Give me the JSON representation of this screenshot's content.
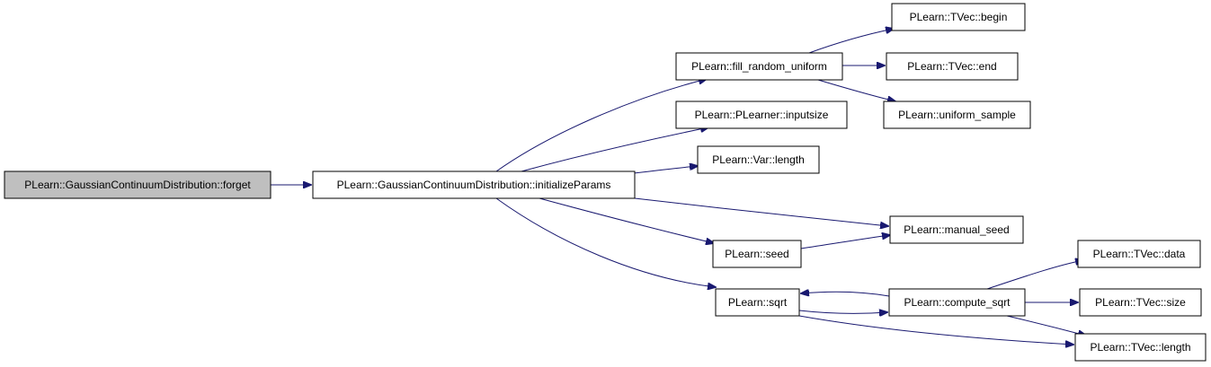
{
  "colors": {
    "node_fill": "#ffffff",
    "root_fill": "#bfbfbf",
    "node_border": "#000000",
    "edge": "#191970"
  },
  "nodes": [
    {
      "id": "forget",
      "label": "PLearn::GaussianContinuumDistribution::forget",
      "root": true
    },
    {
      "id": "initializeParams",
      "label": "PLearn::GaussianContinuumDistribution::initializeParams"
    },
    {
      "id": "fill_random_uniform",
      "label": "PLearn::fill_random_uniform"
    },
    {
      "id": "inputsize",
      "label": "PLearn::PLearner::inputsize"
    },
    {
      "id": "var_length",
      "label": "PLearn::Var::length"
    },
    {
      "id": "seed",
      "label": "PLearn::seed"
    },
    {
      "id": "sqrt",
      "label": "PLearn::sqrt"
    },
    {
      "id": "tvec_begin",
      "label": "PLearn::TVec::begin"
    },
    {
      "id": "tvec_end",
      "label": "PLearn::TVec::end"
    },
    {
      "id": "uniform_sample",
      "label": "PLearn::uniform_sample"
    },
    {
      "id": "manual_seed",
      "label": "PLearn::manual_seed"
    },
    {
      "id": "compute_sqrt",
      "label": "PLearn::compute_sqrt"
    },
    {
      "id": "tvec_data",
      "label": "PLearn::TVec::data"
    },
    {
      "id": "tvec_size",
      "label": "PLearn::TVec::size"
    },
    {
      "id": "tvec_length",
      "label": "PLearn::TVec::length"
    }
  ],
  "edges": [
    {
      "from": "forget",
      "to": "initializeParams"
    },
    {
      "from": "initializeParams",
      "to": "fill_random_uniform"
    },
    {
      "from": "initializeParams",
      "to": "inputsize"
    },
    {
      "from": "initializeParams",
      "to": "var_length"
    },
    {
      "from": "initializeParams",
      "to": "manual_seed"
    },
    {
      "from": "initializeParams",
      "to": "seed"
    },
    {
      "from": "initializeParams",
      "to": "sqrt"
    },
    {
      "from": "fill_random_uniform",
      "to": "tvec_begin"
    },
    {
      "from": "fill_random_uniform",
      "to": "tvec_end"
    },
    {
      "from": "fill_random_uniform",
      "to": "uniform_sample"
    },
    {
      "from": "seed",
      "to": "manual_seed"
    },
    {
      "from": "sqrt",
      "to": "compute_sqrt"
    },
    {
      "from": "sqrt",
      "to": "tvec_length"
    },
    {
      "from": "compute_sqrt",
      "to": "sqrt"
    },
    {
      "from": "compute_sqrt",
      "to": "tvec_data"
    },
    {
      "from": "compute_sqrt",
      "to": "tvec_size"
    },
    {
      "from": "compute_sqrt",
      "to": "tvec_length"
    }
  ]
}
